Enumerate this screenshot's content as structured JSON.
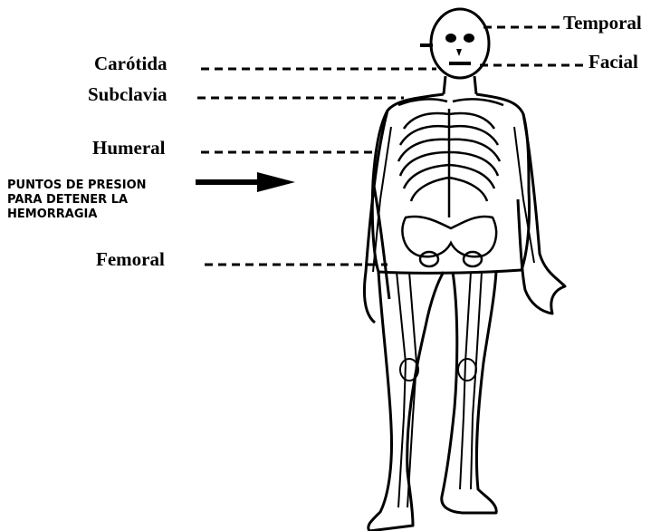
{
  "labels": {
    "temporal": "Temporal",
    "facial": "Facial",
    "carotida": "Carótida",
    "subclavia": "Subclavia",
    "humeral": "Humeral",
    "femoral": "Femoral"
  },
  "note": {
    "line1": "PUNTOS DE PRESION",
    "line2": "PARA DETENER LA",
    "line3": "HEMORRAGIA"
  },
  "colors": {
    "ink": "#000000",
    "paper": "#ffffff"
  }
}
